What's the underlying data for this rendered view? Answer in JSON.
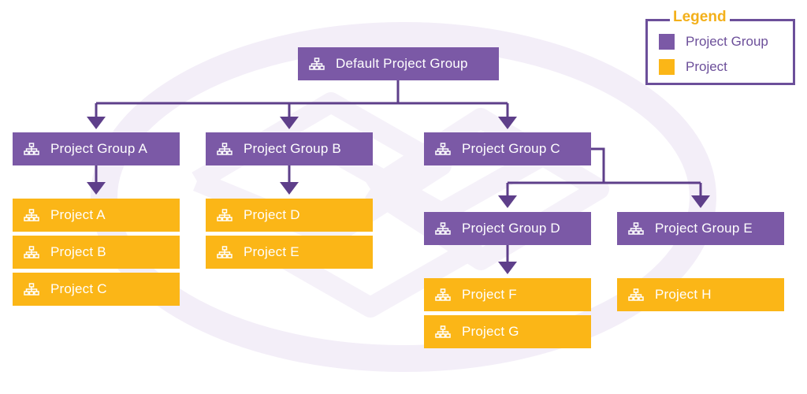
{
  "diagram": {
    "root": {
      "label": "Default Project Group",
      "kind": "group"
    },
    "project_groups": [
      {
        "label": "Project Group A",
        "kind": "group",
        "projects": [
          "Project A",
          "Project B",
          "Project C"
        ]
      },
      {
        "label": "Project Group B",
        "kind": "group",
        "projects": [
          "Project D",
          "Project E"
        ]
      },
      {
        "label": "Project Group C",
        "kind": "group",
        "projects": [],
        "subgroups": [
          {
            "label": "Project Group D",
            "kind": "group",
            "projects": [
              "Project F",
              "Project G"
            ]
          },
          {
            "label": "Project Group E",
            "kind": "group",
            "projects": [
              "Project H"
            ]
          }
        ]
      }
    ],
    "node_icon": "hierarchy-icon"
  },
  "legend": {
    "title": "Legend",
    "items": [
      {
        "label": "Project Group",
        "color": "#7b59a6"
      },
      {
        "label": "Project",
        "color": "#fbb617"
      }
    ]
  },
  "colors": {
    "group": "#7b59a6",
    "project": "#fbb617",
    "connector": "#5e3f8a",
    "legend_title": "#f3b01a",
    "watermark": "#f3eef8"
  }
}
